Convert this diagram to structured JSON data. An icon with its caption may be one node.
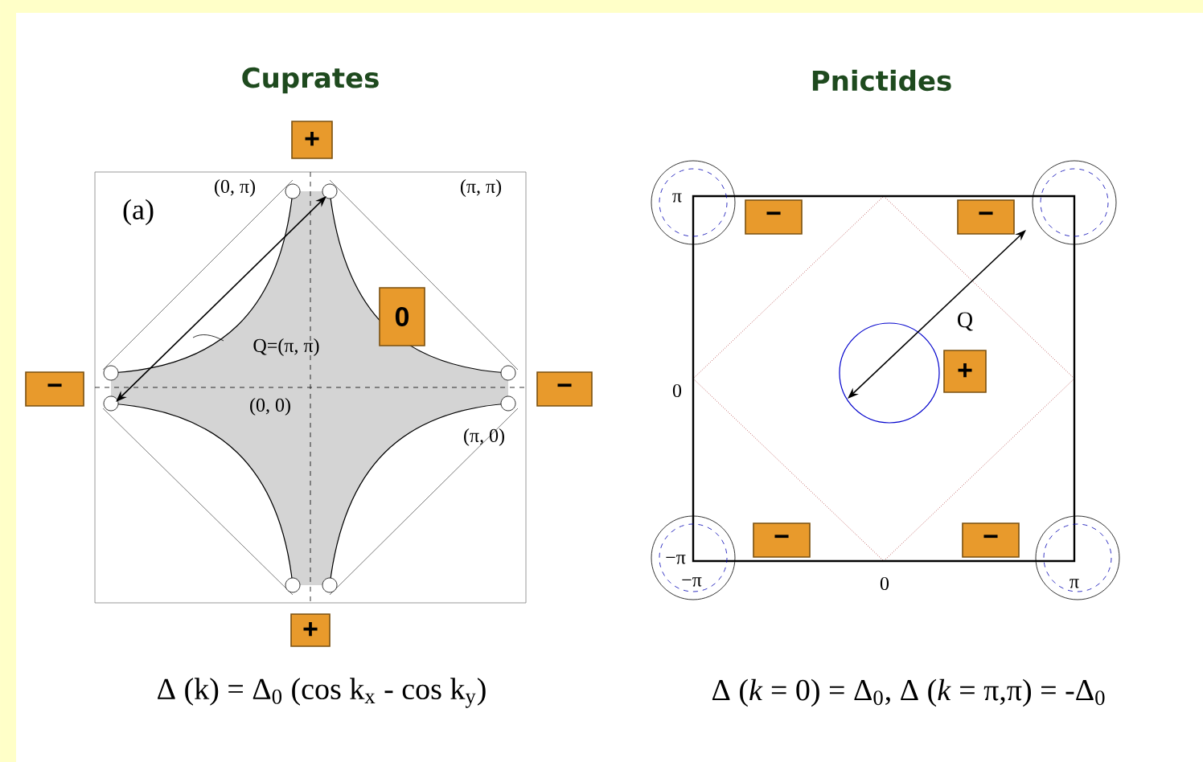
{
  "diagram": {
    "nodes": [
      {
        "text": [
          "+"
        ]
      },
      {
        "text": [
          "0"
        ]
      },
      {
        "text": [
          "−"
        ]
      },
      {
        "text": [
          "−"
        ]
      },
      {
        "text": [
          "+"
        ]
      },
      {
        "text": [
          "−"
        ]
      },
      {
        "text": [
          "−"
        ]
      },
      {
        "text": [
          "+"
        ]
      },
      {
        "text": [
          "−"
        ]
      },
      {
        "text": [
          "−"
        ]
      }
    ],
    "labels": [
      "Cuprates",
      "Pnictides",
      "(a)",
      "(0, π)",
      "(π, π)",
      "Q=(π, π)",
      "(0, 0)",
      "(π, 0)",
      "π",
      "Q",
      "0",
      "−π",
      "−π",
      "0",
      "π",
      "Δ (k) = Δ$_{0}$ (cos k$_{x}$ - cos k$_{y}$)",
      "Δ (*k* = 0) = Δ$_{0}$, Δ (*k* = π,π) = -Δ$_{0}$"
    ]
  }
}
